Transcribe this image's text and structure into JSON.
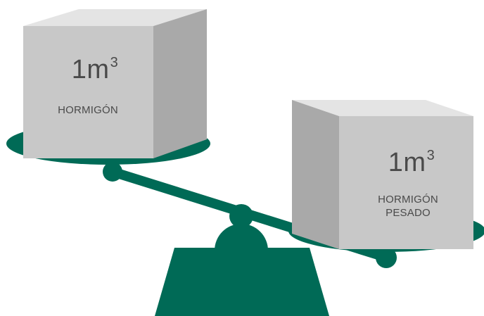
{
  "colors": {
    "scale_green": "#006a56",
    "cube_front": "#c8c8c8",
    "cube_top": "#e4e4e4",
    "cube_side": "#a9a9a9",
    "text": "#4a4a4a"
  },
  "left_block": {
    "volume": "1m",
    "exponent": "3",
    "material": "HORMIGÓN"
  },
  "right_block": {
    "volume": "1m",
    "exponent": "3",
    "material_line1": "HORMIGÓN",
    "material_line2": "PESADO"
  }
}
